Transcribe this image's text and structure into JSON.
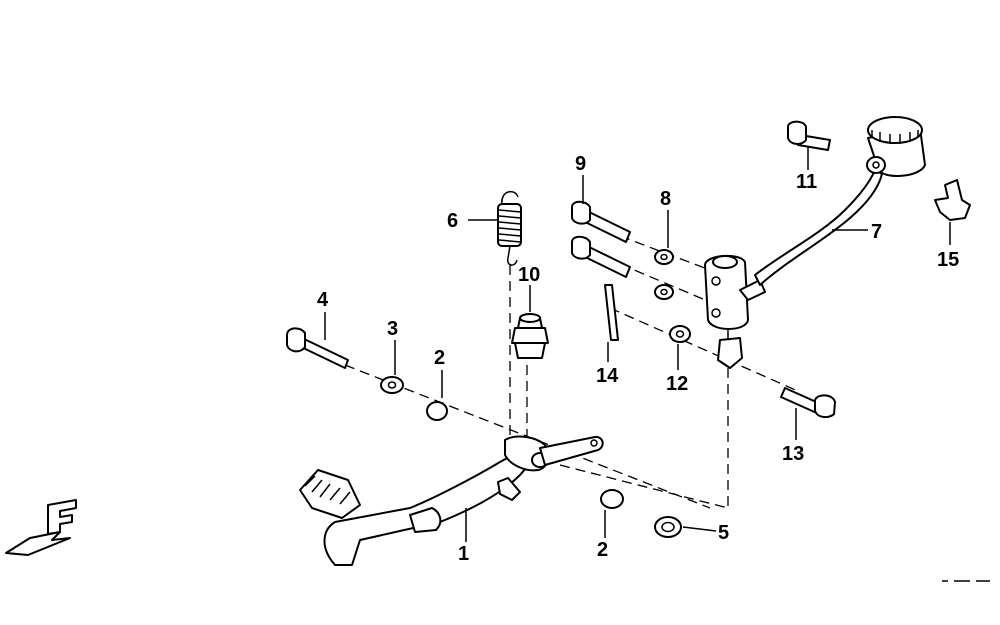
{
  "callouts": [
    {
      "id": "1",
      "text": "1"
    },
    {
      "id": "2a",
      "text": "2"
    },
    {
      "id": "2b",
      "text": "2"
    },
    {
      "id": "3",
      "text": "3"
    },
    {
      "id": "4",
      "text": "4"
    },
    {
      "id": "5",
      "text": "5"
    },
    {
      "id": "6",
      "text": "6"
    },
    {
      "id": "7",
      "text": "7"
    },
    {
      "id": "8",
      "text": "8"
    },
    {
      "id": "9",
      "text": "9"
    },
    {
      "id": "10",
      "text": "10"
    },
    {
      "id": "11",
      "text": "11"
    },
    {
      "id": "12",
      "text": "12"
    },
    {
      "id": "13",
      "text": "13"
    },
    {
      "id": "14",
      "text": "14"
    },
    {
      "id": "15",
      "text": "15"
    }
  ],
  "orientation_marker": {
    "letter": "F",
    "icon": "front-direction-arrow-icon"
  },
  "colors": {
    "line": "#000000",
    "background": "#ffffff"
  }
}
